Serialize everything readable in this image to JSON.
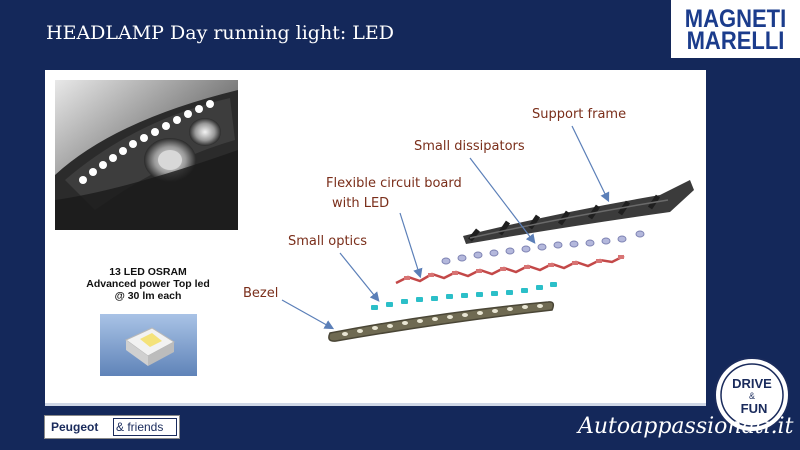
{
  "slide": {
    "title": "HEADLAMP Day running light: LED"
  },
  "logo": {
    "line1": "MAGNETI",
    "line2": "MARELLI",
    "color": "#1b3c8c"
  },
  "led_spec": {
    "line1": "13 LED OSRAM",
    "line2": "Advanced power Top led",
    "line3": "@ 30 lm each"
  },
  "parts": {
    "support_frame": "Support frame",
    "small_dissipators": "Small dissipators",
    "flex_board_line1": "Flexible circuit board",
    "flex_board_line2": "with LED",
    "small_optics": "Small optics",
    "bezel": "Bezel"
  },
  "badges": {
    "peugeot_brand": "Peugeot",
    "peugeot_friends": "& friends",
    "drive_line1": "DRIVE",
    "drive_line2": "&",
    "drive_line3": "FUN"
  },
  "watermark": "Autoappassionati.it",
  "colors": {
    "background": "#14285a",
    "label": "#7a2e1a",
    "arrow": "#5b7fb8"
  }
}
